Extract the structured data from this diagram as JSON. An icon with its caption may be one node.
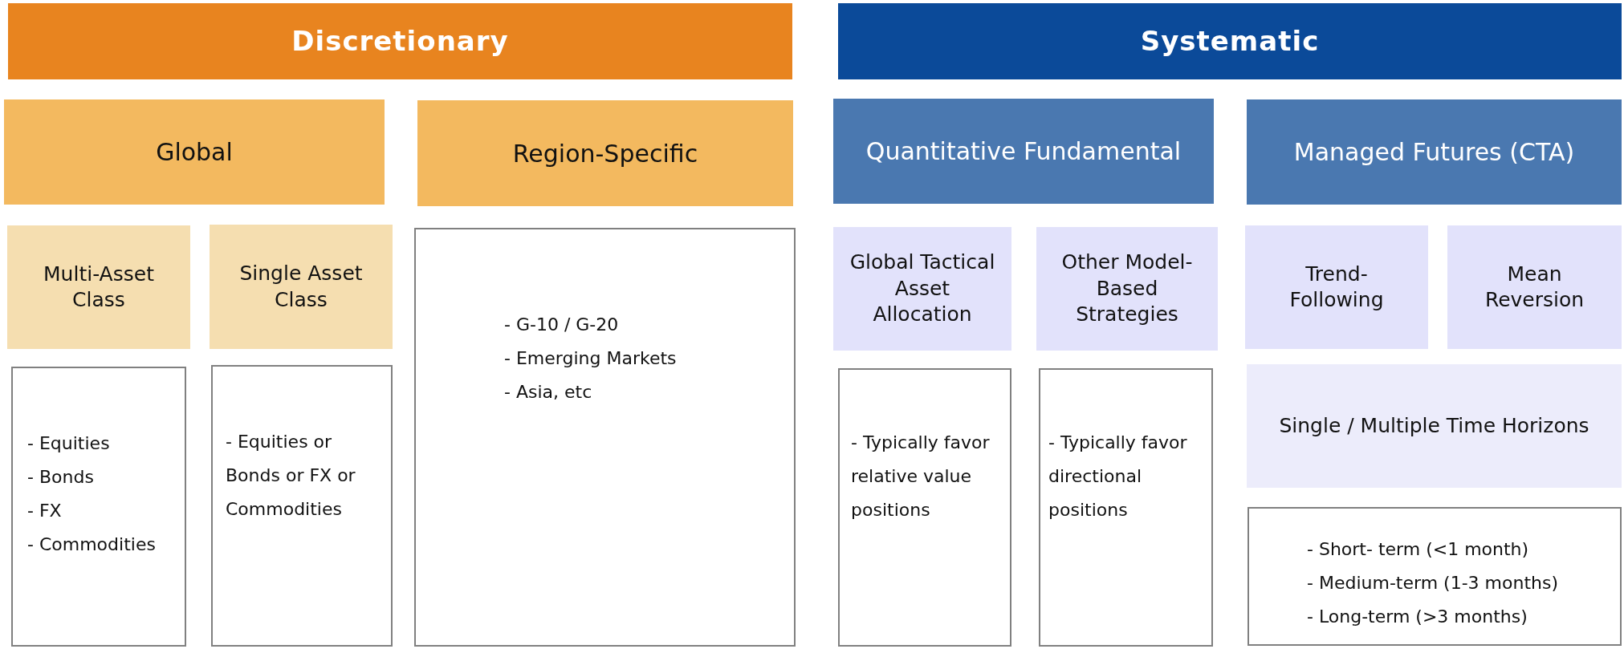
{
  "diagram": {
    "nodes": [
      {
        "text": [
          "Discretionary"
        ]
      },
      {
        "text": [
          "Systematic"
        ]
      },
      {
        "text": [
          "Global"
        ]
      },
      {
        "text": [
          "Region-Specific"
        ]
      },
      {
        "text": [
          "Quantitative Fundamental"
        ]
      },
      {
        "text": [
          "Managed Futures (CTA)"
        ]
      },
      {
        "text": [
          "Multi-Asset Class"
        ]
      },
      {
        "text": [
          "Single Asset Class"
        ]
      },
      {
        "text": [
          "- G-10 / G-20",
          "- Emerging Markets",
          "- Asia, etc"
        ]
      },
      {
        "text": [
          "Global Tactical Asset Allocation"
        ]
      },
      {
        "text": [
          "Other Model-Based Strategies"
        ]
      },
      {
        "text": [
          "Trend-Following"
        ]
      },
      {
        "text": [
          "Mean Reversion"
        ]
      },
      {
        "text": [
          "Single / Multiple Time Horizons"
        ]
      },
      {
        "text": [
          "- Equities",
          "- Bonds",
          "- FX",
          "- Commodities"
        ]
      },
      {
        "text": [
          "- Equities or Bonds or FX or Commodities"
        ]
      },
      {
        "text": [
          "- Typically favor relative value positions"
        ]
      },
      {
        "text": [
          "- Typically favor directional positions"
        ]
      },
      {
        "text": [
          "- Short- term (<1 month)",
          "- Medium-term (1-3 months)",
          "- Long-term (>3 months)"
        ]
      }
    ]
  }
}
